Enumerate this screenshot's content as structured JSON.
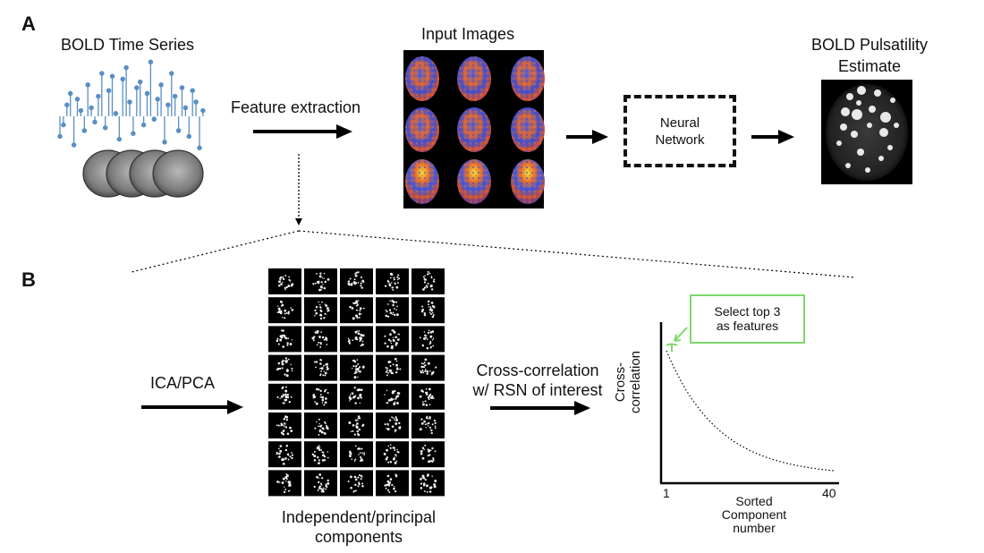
{
  "panel_a": {
    "label": "A",
    "bold_series_title": "BOLD Time Series",
    "feature_extraction_label": "Feature extraction",
    "input_images_title": "Input Images",
    "neural_network_line1": "Neural",
    "neural_network_line2": "Network",
    "output_title_line1": "BOLD Pulsatility",
    "output_title_line2": "Estimate"
  },
  "panel_b": {
    "label": "B",
    "ica_pca_label": "ICA/PCA",
    "components_caption_line1": "Independent/principal",
    "components_caption_line2": "components",
    "crosscorr_label_line1": "Cross-correlation",
    "crosscorr_label_line2": "w/ RSN of interest",
    "callout_line1": "Select top 3",
    "callout_line2": "as features",
    "colors": {
      "callout": "#7dd86b",
      "stem": "#5b8fc4"
    }
  },
  "chart_data": {
    "type": "line",
    "ylabel": "Cross-correlation",
    "xlabel": "Sorted Component number",
    "x_ticks": [
      "1",
      "40"
    ],
    "xlim": [
      1,
      40
    ],
    "grid": false,
    "series": [
      {
        "style": "dotted",
        "shape": "exponential decay from high at component 1 to low at component 40"
      }
    ]
  }
}
